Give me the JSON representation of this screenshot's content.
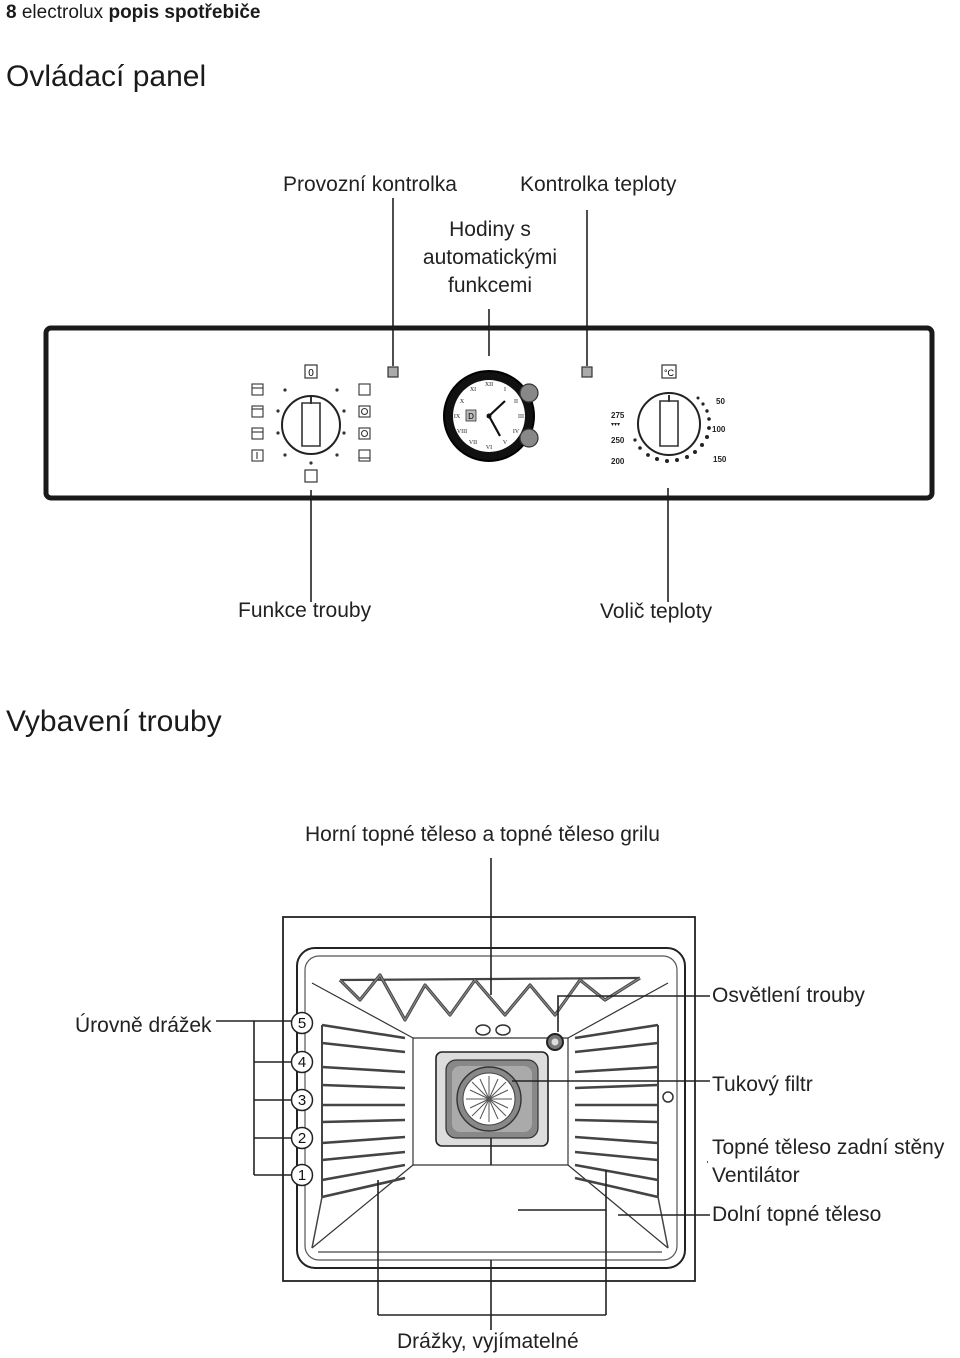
{
  "header": {
    "page_number": "8",
    "brand": "electrolux",
    "section": "popis spotřebiče"
  },
  "control_panel": {
    "title": "Ovládací panel",
    "labels": {
      "operation_light": "Provozní kontrolka",
      "temperature_light": "Kontrolka teploty",
      "clock_line1": "Hodiny s",
      "clock_line2": "automatickými",
      "clock_line3": "funkcemi",
      "oven_functions": "Funkce trouby",
      "temperature_selector": "Volič teploty"
    },
    "function_knob": {
      "top_mark": "0"
    },
    "temperature_knob": {
      "top_mark": "°C",
      "scale": [
        "50",
        "100",
        "150",
        "200",
        "250",
        "275"
      ]
    },
    "clock": {
      "center_letter": "D",
      "numerals": [
        "XII",
        "I",
        "II",
        "III",
        "IV",
        "V",
        "VI",
        "VII",
        "VIII",
        "IX",
        "X",
        "XI"
      ]
    }
  },
  "oven_equipment": {
    "title": "Vybavení trouby",
    "labels": {
      "top_heating": "Horní topné těleso a topné těleso grilu",
      "shelf_levels": "Úrovně drážek",
      "oven_light": "Osvětlení trouby",
      "grease_filter": "Tukový filtr",
      "rear_heating": "Topné těleso zadní stěny",
      "fan": "Ventilátor",
      "bottom_heating": "Dolní topné těleso",
      "shelf_supports": "Drážky, vyjímatelné"
    },
    "shelf_numbers": [
      "5",
      "4",
      "3",
      "2",
      "1"
    ]
  }
}
